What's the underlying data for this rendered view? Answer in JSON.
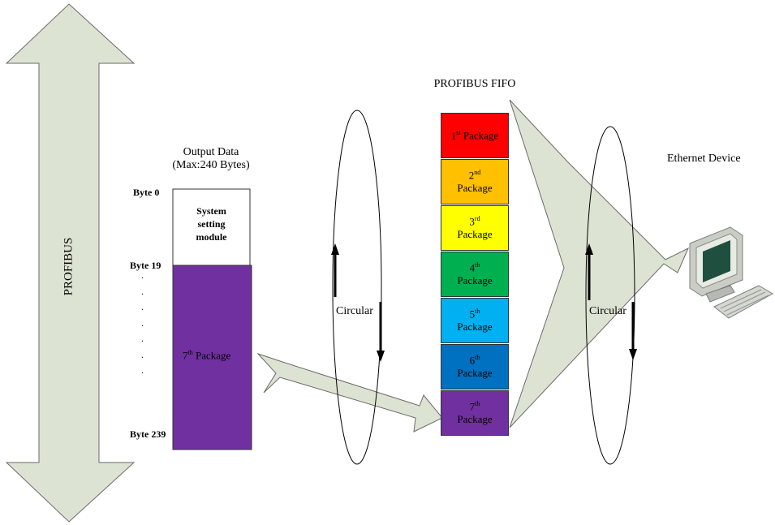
{
  "profibus_label": "PROFIBUS",
  "output_data": {
    "title_line1": "Output Data",
    "title_line2": "(Max:240 Bytes)",
    "byte0": "Byte 0",
    "byte19": "Byte 19",
    "byte239": "Byte 239",
    "dots": [
      ".",
      ".",
      ".",
      ".",
      ".",
      ".",
      "."
    ],
    "system_module_line1": "System",
    "system_module_line2": "setting",
    "system_module_line3": "module",
    "package_num": "7",
    "package_sup": "th",
    "package_word": "Package"
  },
  "circular_left": "Circular",
  "circular_right": "Circular",
  "fifo": {
    "title": "PROFIBUS FIFO",
    "packages": [
      {
        "num": "1",
        "sup": "st",
        "word": "Package",
        "color": "#ff0000"
      },
      {
        "num": "2",
        "sup": "nd",
        "word": "Package",
        "color": "#ffc000"
      },
      {
        "num": "3",
        "sup": "rd",
        "word": "Package",
        "color": "#ffff00"
      },
      {
        "num": "4",
        "sup": "th",
        "word": "Package",
        "color": "#00b050"
      },
      {
        "num": "5",
        "sup": "th",
        "word": "Package",
        "color": "#00b0f0"
      },
      {
        "num": "6",
        "sup": "th",
        "word": "Package",
        "color": "#0070c0"
      },
      {
        "num": "7",
        "sup": "th",
        "word": "Package",
        "color": "#7030a0"
      }
    ]
  },
  "ethernet_device": "Ethernet Device",
  "colors": {
    "arrow_fill": "#dde3d2",
    "arrow_stroke": "#6b6b6b",
    "output_package": "#7030a0"
  }
}
